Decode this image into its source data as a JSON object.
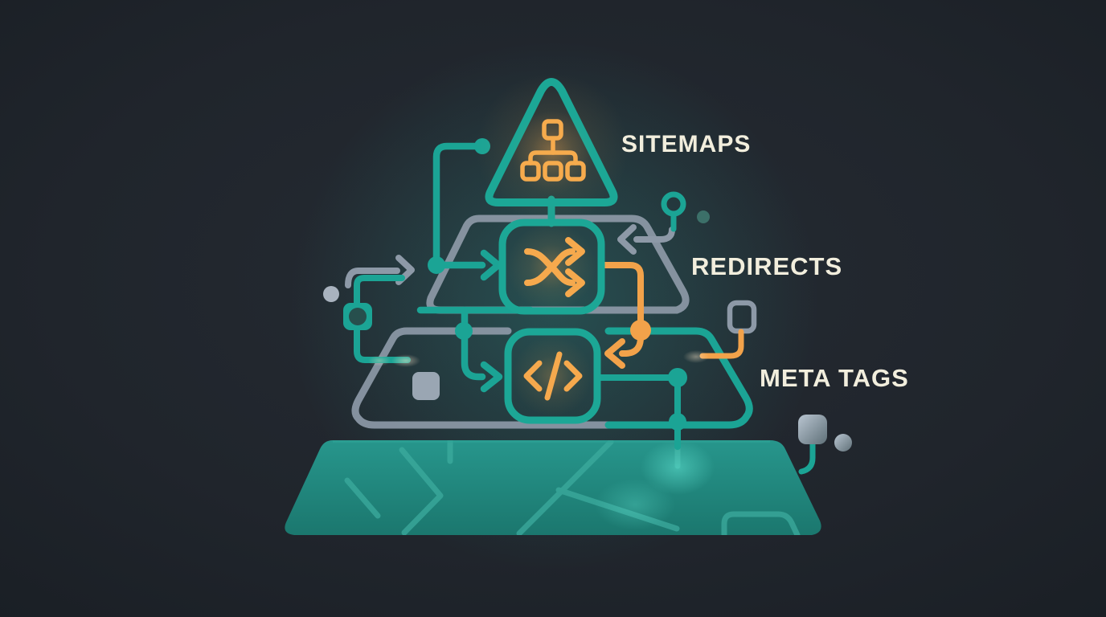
{
  "scene": {
    "type": "seo-technical-pyramid-illustration",
    "background_color": "#20252c",
    "accent_colors": {
      "teal": "#1ba495",
      "teal_dark": "#274f4d",
      "muted_teal": "#3c7069",
      "gray": "#8d99a7",
      "gray_fill": "#9aa6b3",
      "orange": "#f2a24a",
      "base_fill_top": "#27968c",
      "base_fill_bottom": "#1b776e",
      "panel_fill": "#151b22",
      "text": "#f2eedd"
    },
    "layers": [
      {
        "id": "sitemaps",
        "label": "SITEMAPS",
        "icon": "sitemap-hierarchy-icon",
        "shape": "rounded-triangle-outline"
      },
      {
        "id": "redirects",
        "label": "REDIRECTS",
        "icon": "shuffle-arrows-icon",
        "shape": "trapezoid-outline"
      },
      {
        "id": "meta-tags",
        "label": "META TAGS",
        "icon": "code-tag-icon",
        "shape": "trapezoid-outline"
      },
      {
        "id": "foundation",
        "icon": "circuit-board-base",
        "shape": "solid-trapezoid"
      }
    ]
  }
}
